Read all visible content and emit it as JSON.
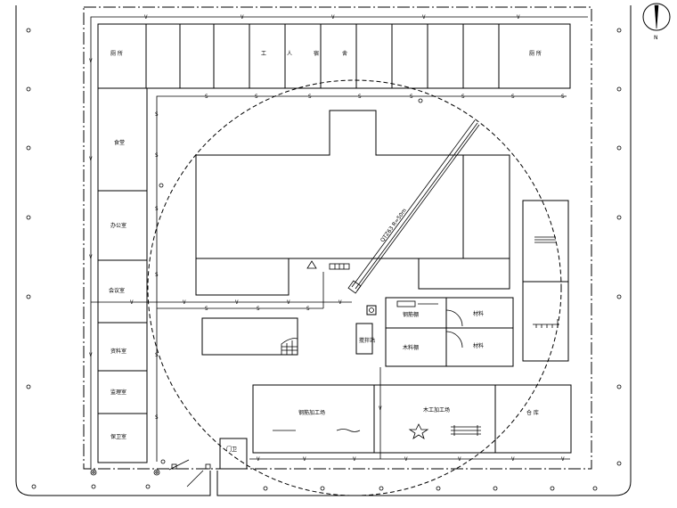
{
  "rooms": {
    "top_left": "厕 所",
    "top_mid_a": "工",
    "top_mid_b": "人",
    "top_mid_c": "宿",
    "top_mid_d": "舍",
    "top_right": "厕 所",
    "left_1": "食堂",
    "left_2": "办公室",
    "left_3": "会议室",
    "left_4": "资料室",
    "left_5": "监理室",
    "left_6": "保卫室",
    "right_small_1": "钢筋棚",
    "right_small_2": "材料",
    "right_small_3": "木料棚",
    "right_small_4": "材料",
    "workshop_1": "钢筋加工场",
    "workshop_2": "木工加工场",
    "workshop_3": "仓 库",
    "gate_house": "门卫",
    "mixer": "搅拌站",
    "crane_label": "QTZ63 R=50m"
  },
  "markers": {
    "s": "S",
    "v": "V",
    "north": "N"
  }
}
